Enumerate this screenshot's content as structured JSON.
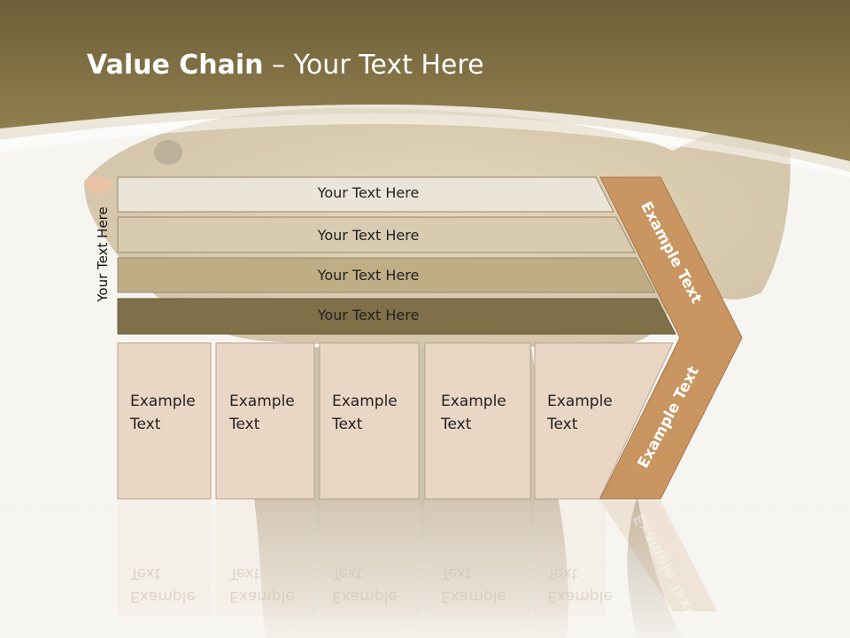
{
  "title": {
    "bold": "Value Chain",
    "rest": " – Your Text Here"
  },
  "side_label": "Your Text Here",
  "bars": [
    {
      "label": "Your Text Here",
      "color": "#ebe4d8"
    },
    {
      "label": "Your Text Here",
      "color": "#d8cbb1"
    },
    {
      "label": "Your Text Here",
      "color": "#bfad86"
    },
    {
      "label": "Your Text Here",
      "color": "#7f7049"
    }
  ],
  "boxes": [
    {
      "line1": "Example",
      "line2": "Text"
    },
    {
      "line1": "Example",
      "line2": "Text"
    },
    {
      "line1": "Example",
      "line2": "Text"
    },
    {
      "line1": "Example",
      "line2": "Text"
    },
    {
      "line1": "Example",
      "line2": "Text"
    }
  ],
  "chevron": {
    "upper": "Example Text",
    "lower": "Example Text",
    "color": "#c99560"
  },
  "colors": {
    "header_dark": "#6e5f38",
    "header_light": "#958452",
    "box_fill": "#ead6c4",
    "box_stroke": "#b8a590"
  }
}
